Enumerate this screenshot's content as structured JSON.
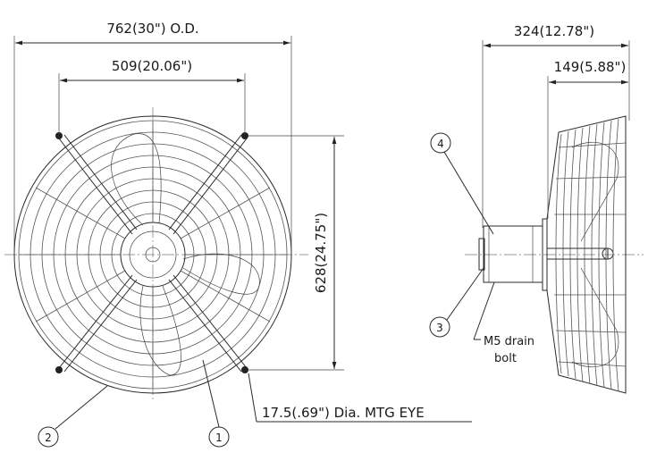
{
  "dimensions": {
    "outer_diameter": "762(30\") O.D.",
    "bolt_span": "509(20.06\")",
    "vertical_span": "628(24.75\")",
    "depth_total": "324(12.78\")",
    "depth_partial": "149(5.88\")",
    "mounting_eye": "17.5(.69\") Dia. MTG EYE"
  },
  "callouts": [
    {
      "number": "1"
    },
    {
      "number": "2"
    },
    {
      "number": "3"
    },
    {
      "number": "4"
    }
  ],
  "notes": {
    "drain_bolt_line1": "M5 drain",
    "drain_bolt_line2": "bolt"
  }
}
